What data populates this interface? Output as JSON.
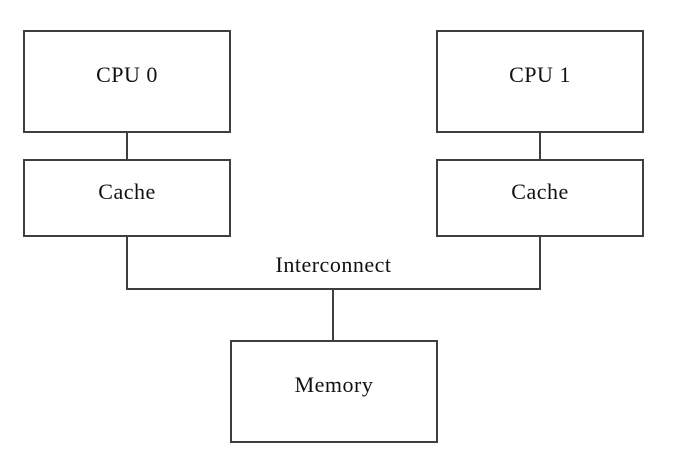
{
  "diagram": {
    "background_color": "#ffffff",
    "line_color": "#3f3f3f",
    "text_color": "#111111",
    "nodes": {
      "cpu0": {
        "label": "CPU 0"
      },
      "cpu1": {
        "label": "CPU 1"
      },
      "cache0": {
        "label": "Cache"
      },
      "cache1": {
        "label": "Cache"
      },
      "memory": {
        "label": "Memory"
      }
    },
    "bus": {
      "label": "Interconnect"
    },
    "edges": [
      {
        "from": "cpu0",
        "to": "cache0"
      },
      {
        "from": "cpu1",
        "to": "cache1"
      },
      {
        "from": "cache0",
        "to": "interconnect-bus"
      },
      {
        "from": "cache1",
        "to": "interconnect-bus"
      },
      {
        "from": "interconnect-bus",
        "to": "memory"
      }
    ]
  }
}
